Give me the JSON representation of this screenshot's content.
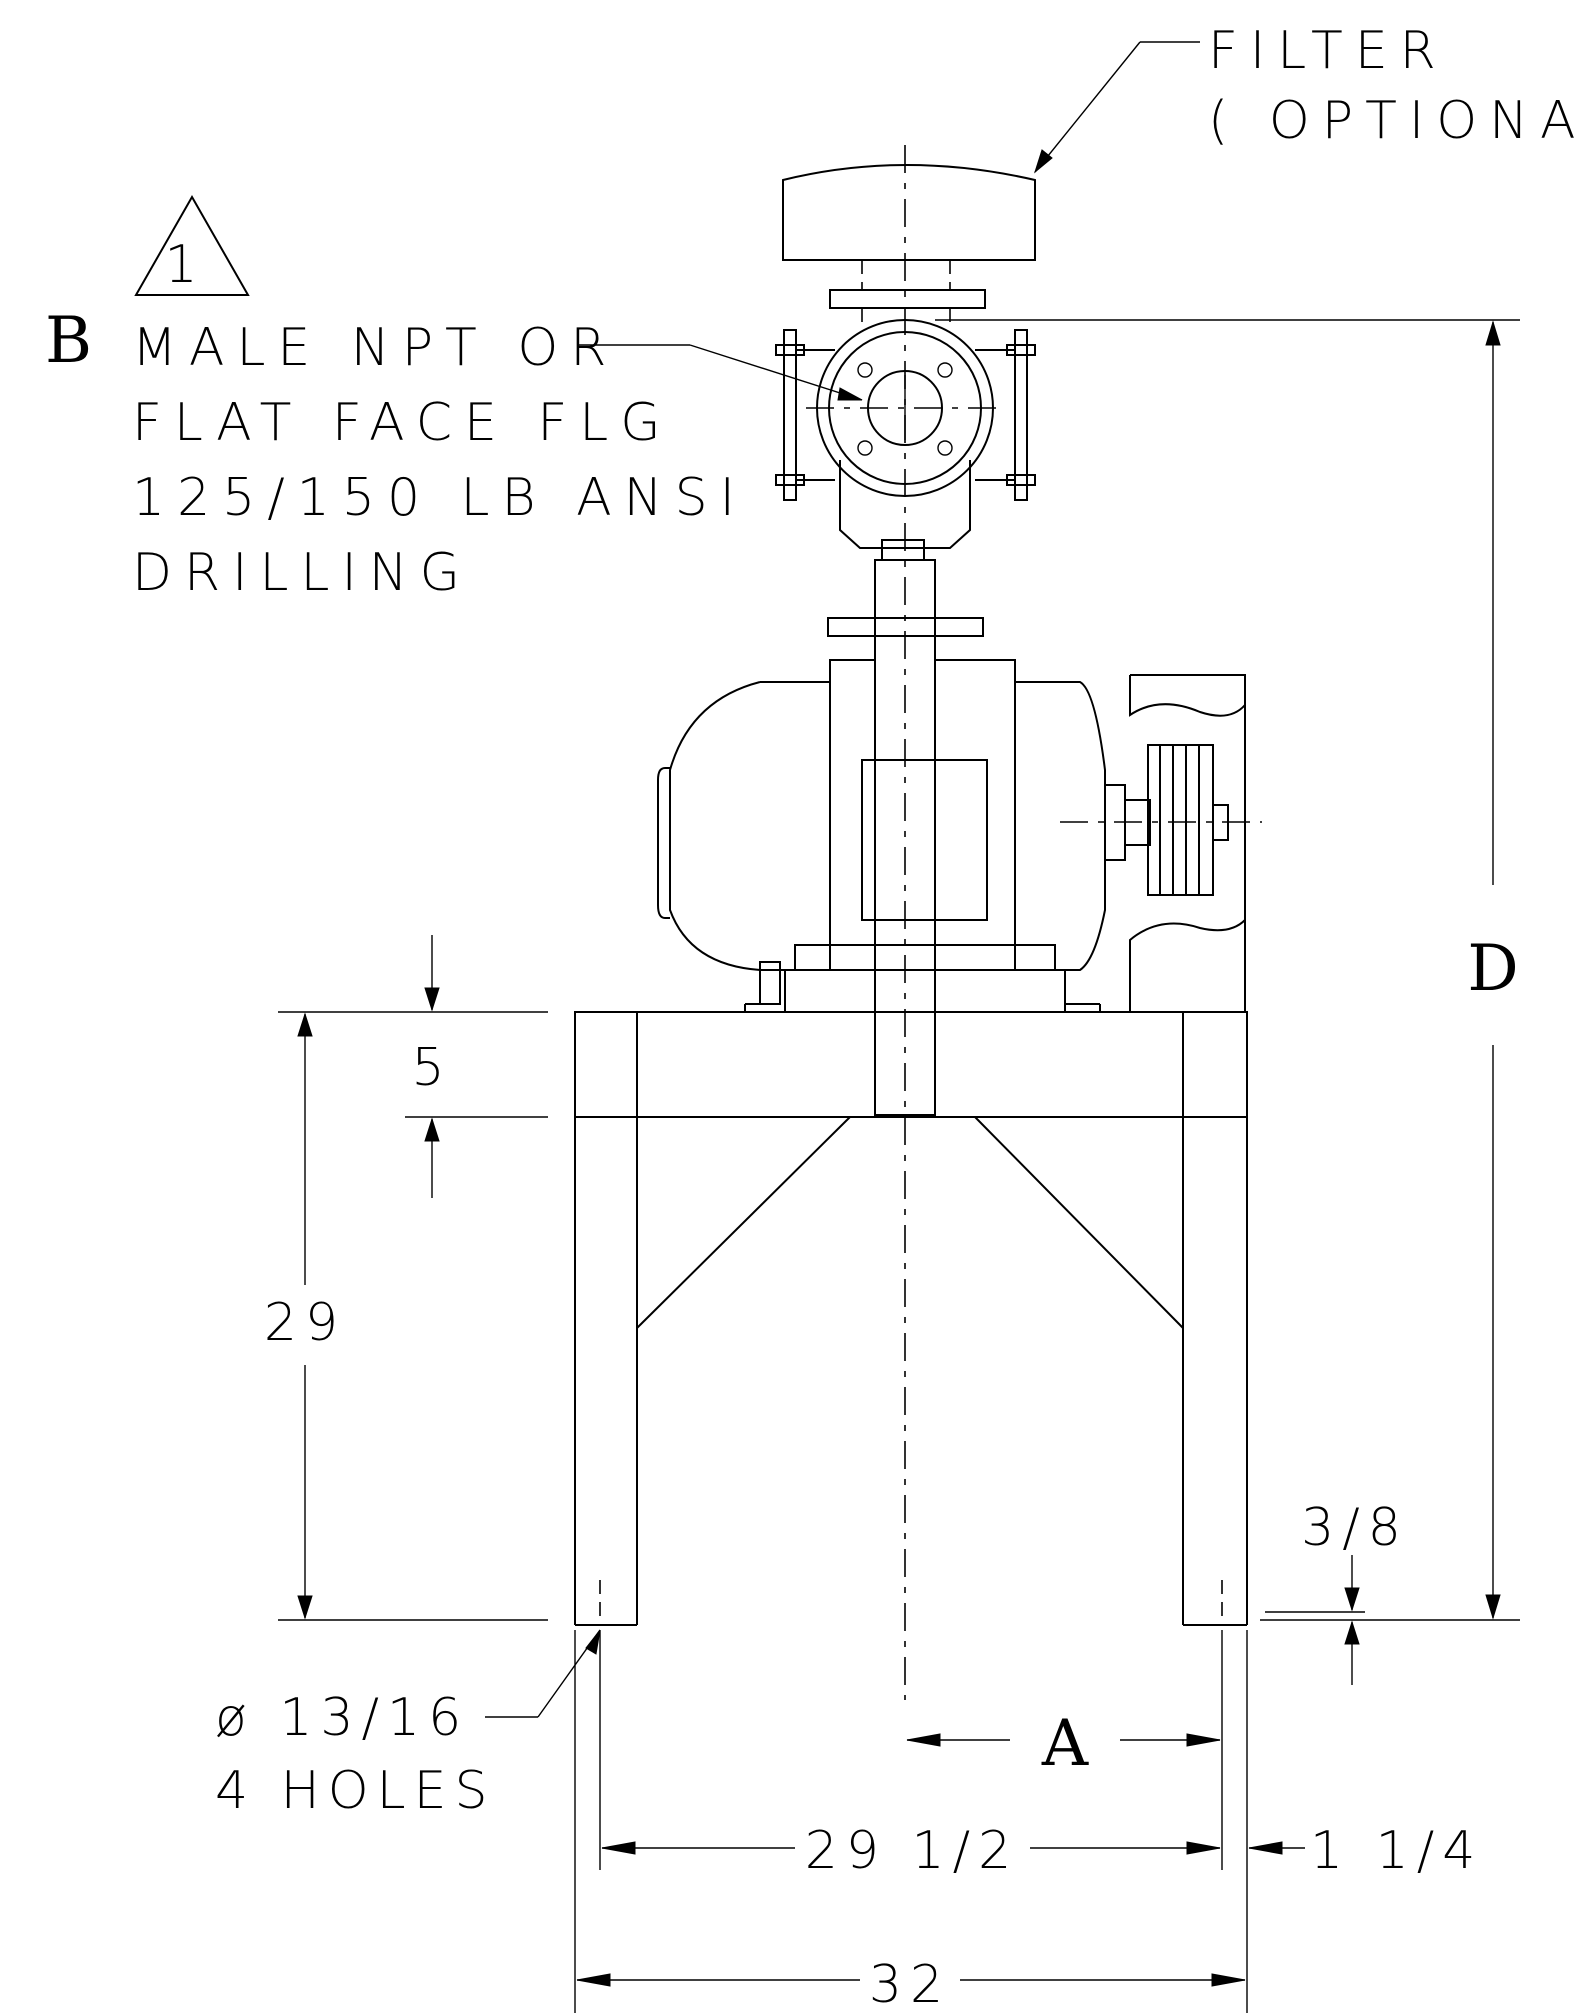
{
  "callouts": {
    "filter_line1": "FILTER",
    "filter_line2": "( OPTIONAL )",
    "revision_mark": "1",
    "connection_letter": "B",
    "connection_line1": "MALE NPT OR",
    "connection_line2": "FLAT FACE FLG",
    "connection_line3": "125/150 LB ANSI",
    "connection_line4": "DRILLING",
    "holes_line1": "ø 13/16",
    "holes_line2": "4 HOLES"
  },
  "dimensions": {
    "base_top": "5",
    "height": "29",
    "foot_offset": "3/8",
    "overall_height_letter": "D",
    "center_offset_letter": "A",
    "hole_spacing": "29 1/2",
    "edge_offset": "1 1/4",
    "overall_width": "32"
  }
}
